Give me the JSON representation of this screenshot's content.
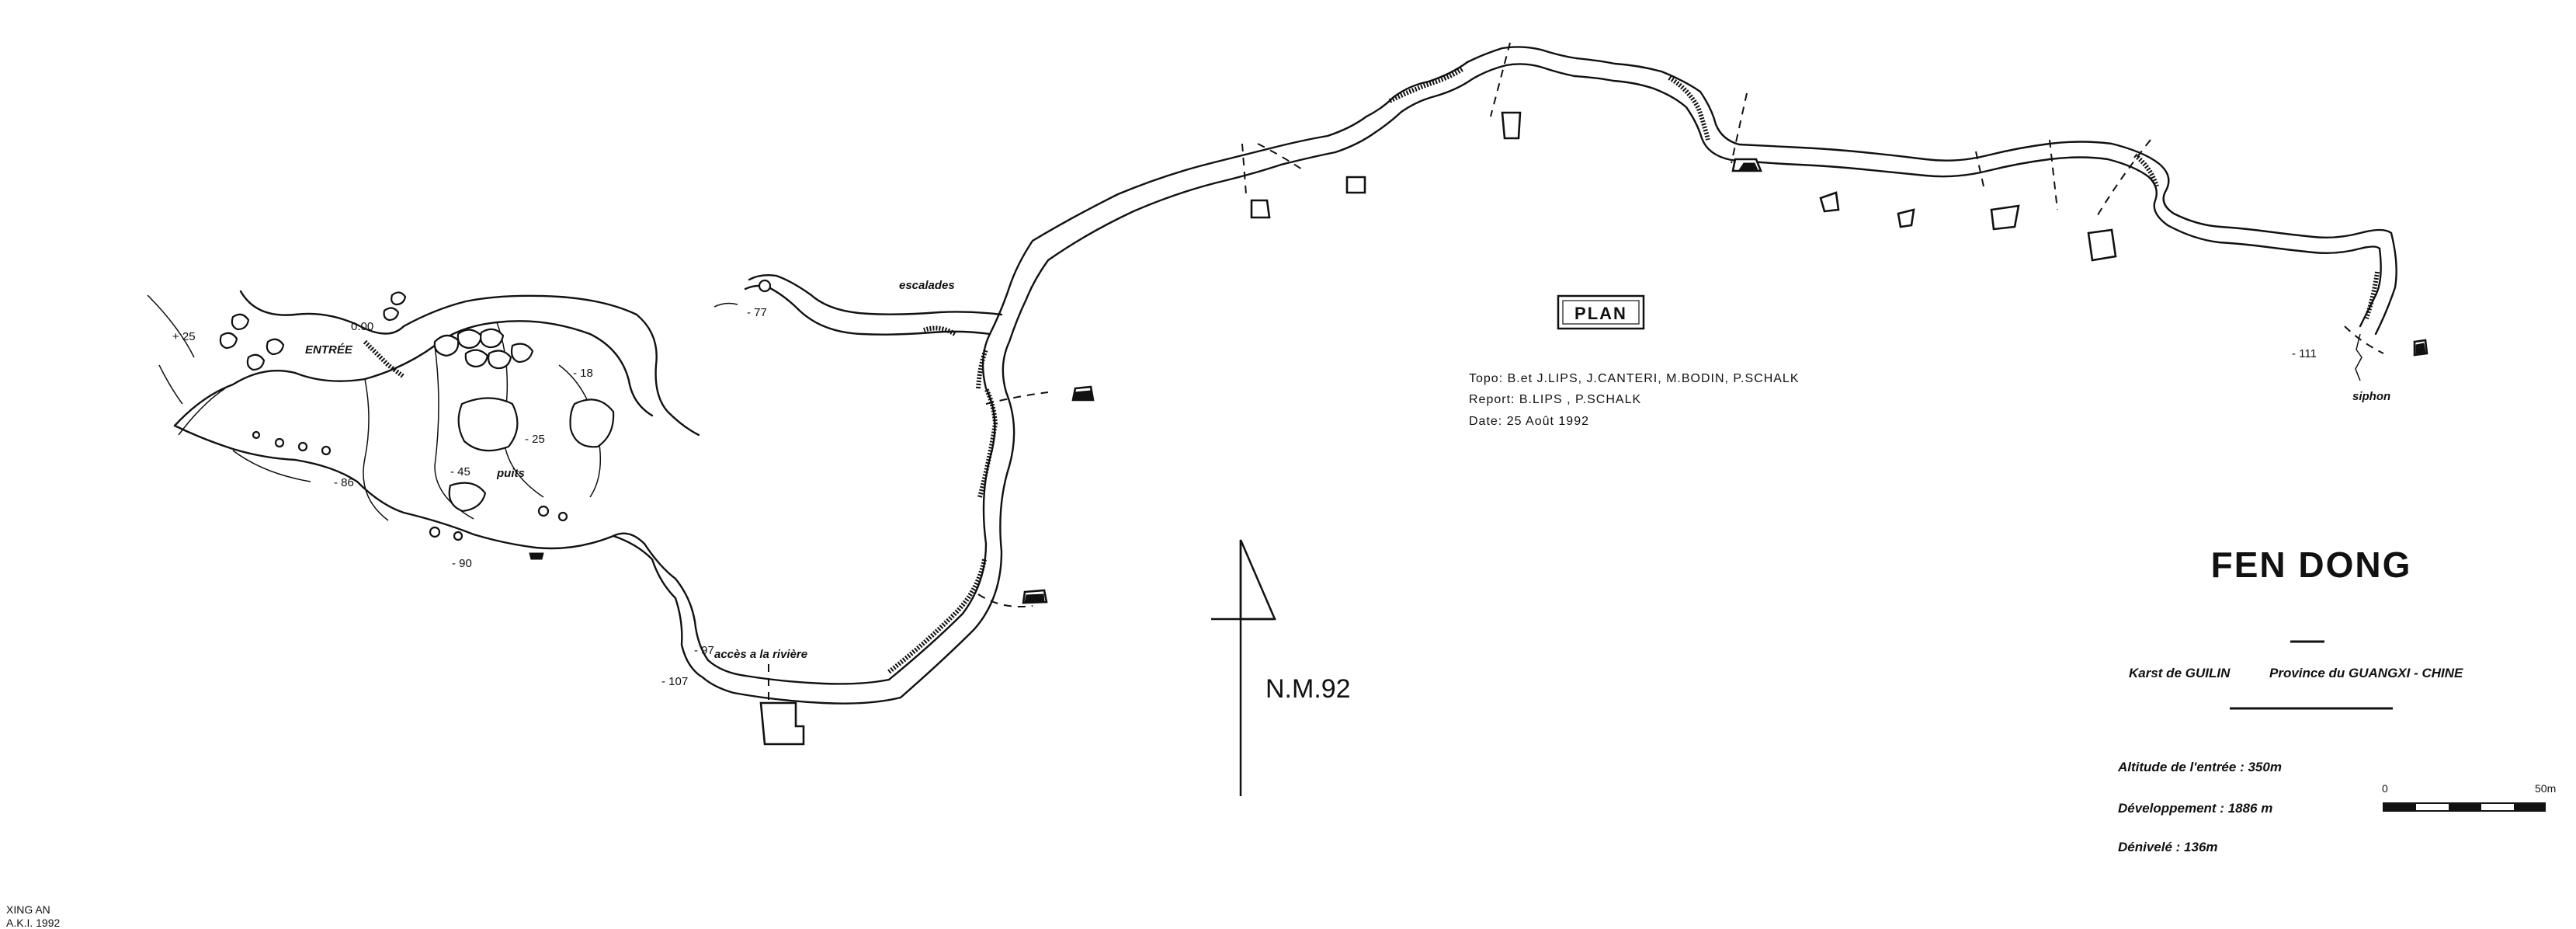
{
  "cave_name": "FEN DONG",
  "plan_label": "PLAN",
  "credits": {
    "topo": "Topo: B.et J.LIPS, J.CANTERI, M.BODIN, P.SCHALK",
    "report": "Report: B.LIPS , P.SCHALK",
    "date": "Date:  25 Août  1992"
  },
  "north": {
    "label": "N.M.92"
  },
  "region": {
    "karst": "Karst de GUILIN",
    "province": "Province du GUANGXI - CHINE"
  },
  "stats": {
    "altitude": "Altitude  de  l'entrée  : 350m",
    "development": "Développement : 1886 m",
    "denivele": "Dénivelé : 136m"
  },
  "scale": {
    "start": "0",
    "end": "50m"
  },
  "labels": {
    "entree": "ENTRÉE",
    "escalades": "escalades",
    "puits": "puits",
    "acces": "accès a la rivière",
    "siphon": "siphon"
  },
  "depths": {
    "d_plus25": "+ 25",
    "d_000": "0.00",
    "d_minus77": "- 77",
    "d_minus18": "- 18",
    "d_minus25": "- 25",
    "d_minus45": "- 45",
    "d_minus86": "- 86",
    "d_minus90": "- 90",
    "d_minus97": "- 97",
    "d_minus107": "- 107",
    "d_minus111": "- 111"
  },
  "author": {
    "line1": "XING AN",
    "line2": "A.K.I. 1992"
  }
}
